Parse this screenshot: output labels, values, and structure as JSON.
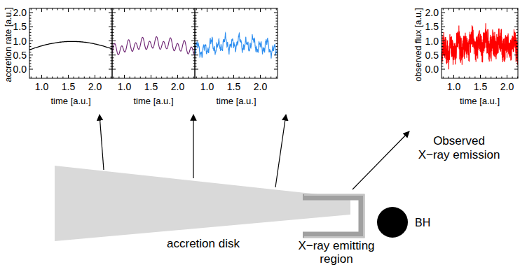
{
  "diagram": {
    "nodes": [
      {
        "text": [
          "accretion disk"
        ]
      },
      {
        "text": [
          "X−ray emitting region"
        ]
      },
      {
        "text": [
          "BH"
        ]
      }
    ],
    "labels": [
      "accretion rate [a.u.]",
      "2.0",
      "1.5",
      "1.0",
      "0.5",
      "0.0",
      "1.0",
      "1.5",
      "2.0",
      "time [a.u.]",
      "1.0",
      "1.5",
      "2.0",
      "time [a.u.]",
      "1.0",
      "1.5",
      "2.0",
      "time [a.u.]",
      "observed flux [a.u.]",
      "2.0",
      "1.5",
      "1.0",
      "0.5",
      "0.0",
      "1.0",
      "1.5",
      "2.0",
      "time [a.u.]",
      "Observed X−ray emission"
    ]
  }
}
